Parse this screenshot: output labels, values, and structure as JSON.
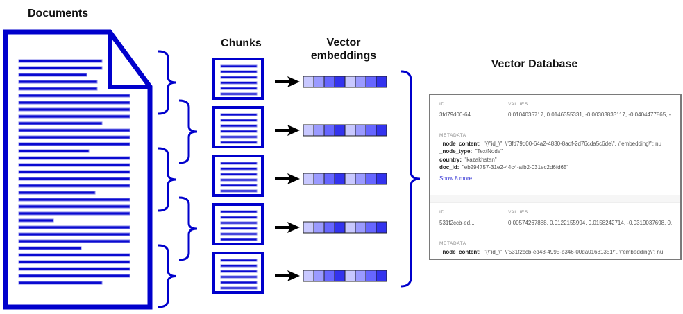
{
  "labels": {
    "documents": "Documents",
    "chunks": "Chunks",
    "embeddings_line1": "Vector",
    "embeddings_line2": "embeddings",
    "database": "Vector Database"
  },
  "colors": {
    "primary_blue": "#0000cc",
    "line_blue": "#0a0ad0",
    "arrow": "#000000",
    "embedding_cells": [
      "#c8c8ff",
      "#9a9aff",
      "#6666ff",
      "#3333ee",
      "#c8c8ff",
      "#9a9aff",
      "#6666ff",
      "#3333ee"
    ]
  },
  "document": {
    "line_lengths": [
      1,
      1,
      0.82,
      0.94,
      0.94,
      1,
      1,
      1,
      1,
      0.75,
      1,
      1,
      1,
      0.63,
      1,
      1,
      1,
      1,
      1,
      0.69,
      1,
      1,
      1,
      0.31,
      1,
      1,
      1,
      0.56,
      1,
      1,
      1,
      1,
      0.75
    ]
  },
  "chunk_count": 5,
  "embedding_cells_per_vector": 8,
  "database": {
    "records": [
      {
        "id_header": "ID",
        "values_header": "VALUES",
        "id": "3fd79d00-64...",
        "values": "0.0104035717, 0.0146355331, -0.00303833117, -0.0404477865, -",
        "metadata_header": "METADATA",
        "metadata": [
          {
            "key": "_node_content:",
            "value": "\"{\\\"id_\\\": \\\"3fd79d00-64a2-4830-8adf-2d76cda5c6de\\\", \\\"embedding\\\": nu"
          },
          {
            "key": "_node_type:",
            "value": "\"TextNode\""
          },
          {
            "key": "country:",
            "value": "\"kazakhstan\""
          },
          {
            "key": "doc_id:",
            "value": "\"eb294757-31e2-44c4-afb2-031ec2d6fd65\""
          }
        ],
        "show_more": "Show 8 more"
      },
      {
        "id_header": "ID",
        "values_header": "VALUES",
        "id": "531f2ccb-ed...",
        "values": "0.00574267888, 0.0122155994, 0.0158242714, -0.0319037698, 0.",
        "metadata_header": "METADATA",
        "metadata": [
          {
            "key": "_node_content:",
            "value": "\"{\\\"id_\\\": \\\"531f2ccb-ed48-4995-b346-00da01631351\\\", \\\"embedding\\\": nu"
          }
        ]
      }
    ]
  }
}
